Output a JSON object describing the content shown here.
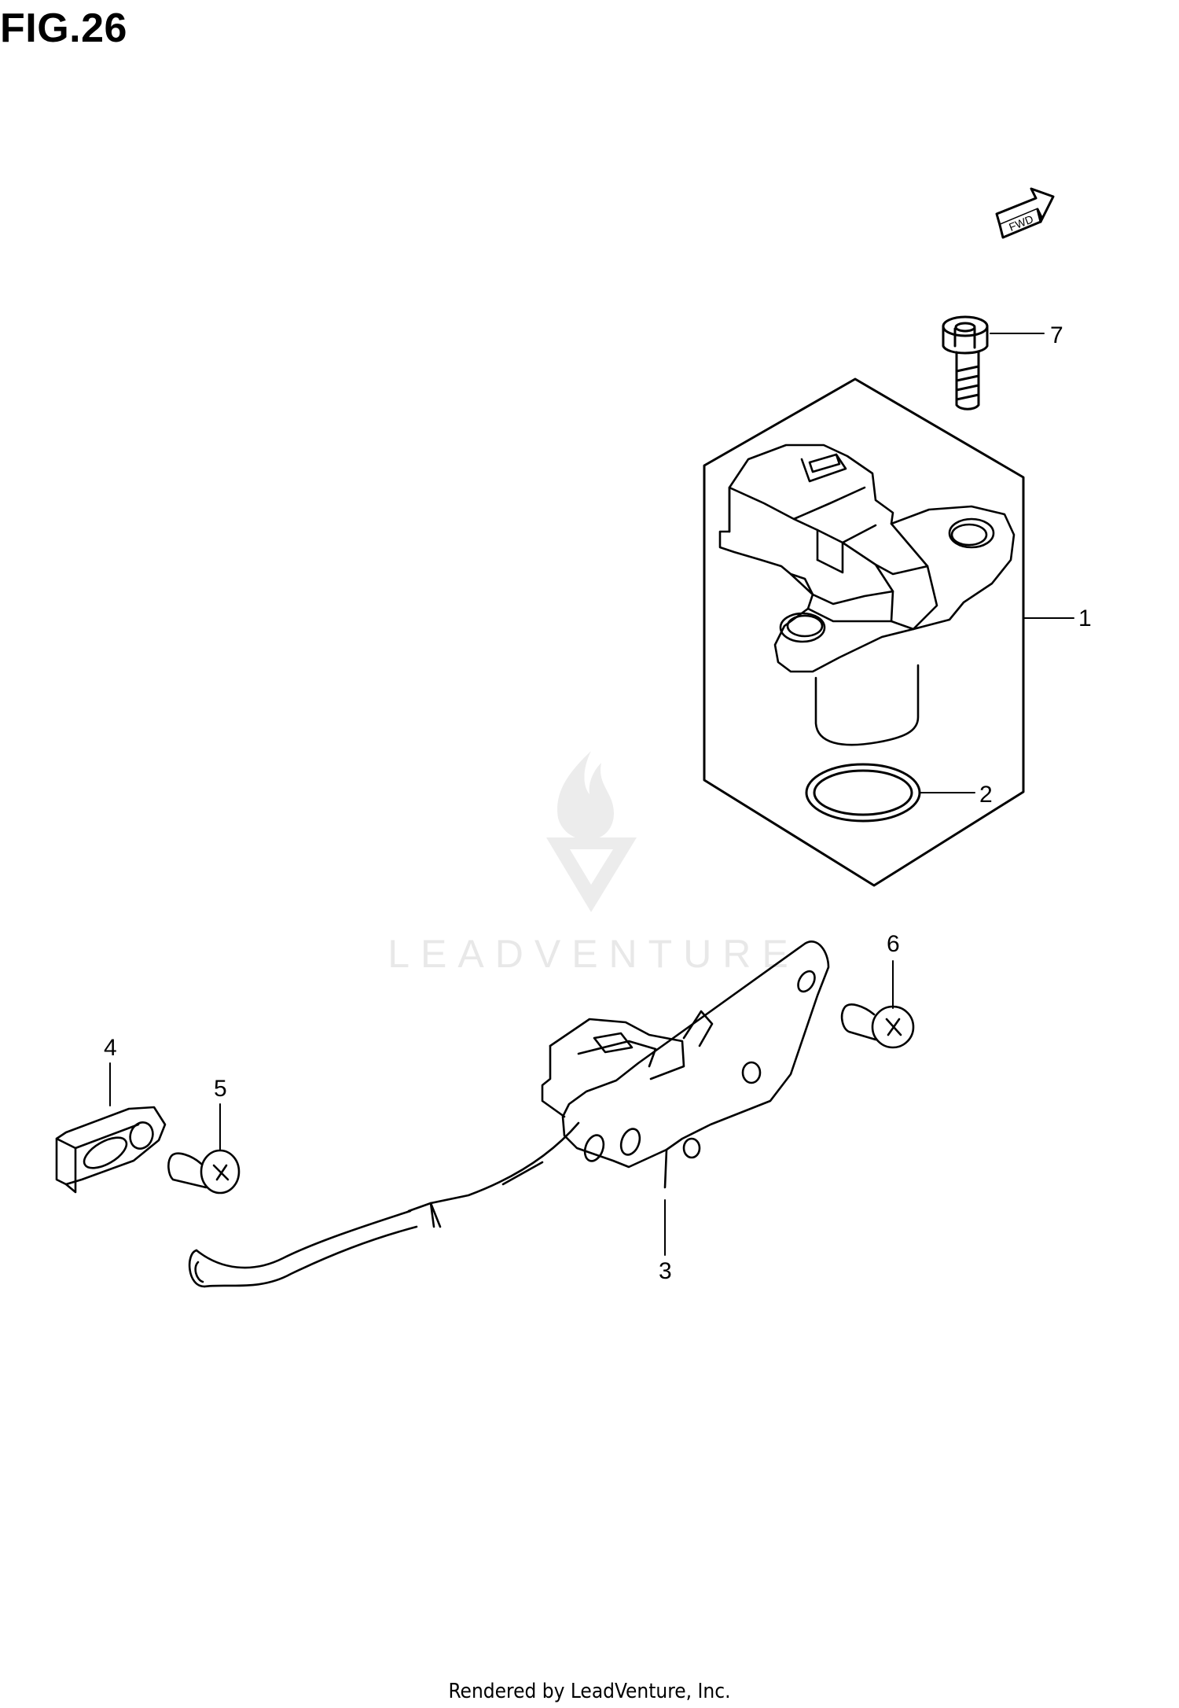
{
  "figure": {
    "title": "FIG.26"
  },
  "direction_marker": {
    "label": "FWD",
    "icon": "forward-arrow-icon"
  },
  "watermark": {
    "text": "LEADVENTURE"
  },
  "callouts": [
    {
      "id": "1",
      "label": "1",
      "part": "sensor-housing"
    },
    {
      "id": "2",
      "label": "2",
      "part": "o-ring"
    },
    {
      "id": "3",
      "label": "3",
      "part": "sensor-bracket-harness"
    },
    {
      "id": "4",
      "label": "4",
      "part": "wire-clamp"
    },
    {
      "id": "5",
      "label": "5",
      "part": "clamp-screw"
    },
    {
      "id": "6",
      "label": "6",
      "part": "bracket-screw"
    },
    {
      "id": "7",
      "label": "7",
      "part": "sensor-bolt"
    }
  ],
  "footer": {
    "text": "Rendered by LeadVenture, Inc."
  }
}
